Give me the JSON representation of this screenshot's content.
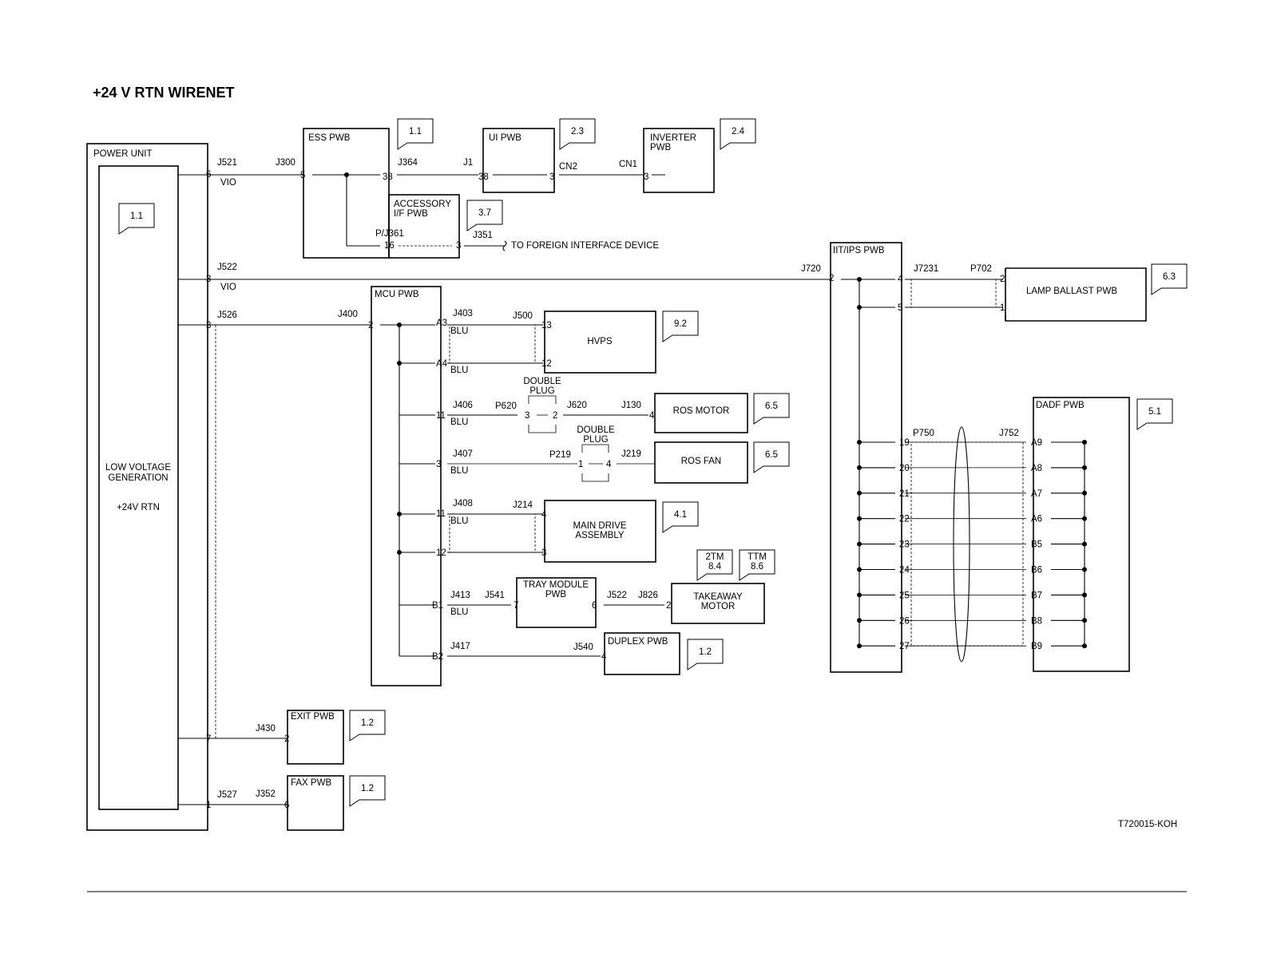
{
  "title": "+24 V RTN WIRENET",
  "figure_id": "T720015-KOH",
  "power_unit": {
    "label": "POWER UNIT",
    "inner_lines": [
      "LOW VOLTAGE",
      "GENERATION"
    ],
    "rtn_label": "+24V RTN",
    "ref": "1.1"
  },
  "wire_colors": {
    "vio": "VIO",
    "blu": "BLU"
  },
  "ess": {
    "label": "ESS PWB",
    "ref": "1.1",
    "j521": "J521",
    "pin_pu6": "6",
    "j300": "J300",
    "pin_5": "5",
    "pin_38": "38",
    "j364": "J364",
    "pj361": "P/J361",
    "pin_16": "16",
    "pin_3": "3",
    "j351": "J351"
  },
  "accessory": {
    "lines": [
      "ACCESSORY",
      "I/F PWB"
    ],
    "ref": "3.7",
    "foreign": "TO FOREIGN INTERFACE DEVICE"
  },
  "ui": {
    "label": "UI PWB",
    "ref": "2.3",
    "j1": "J1",
    "pin_38": "38",
    "pin_3": "3",
    "cn2": "CN2"
  },
  "inverter": {
    "lines": [
      "INVERTER",
      "PWB"
    ],
    "ref": "2.4",
    "cn1": "CN1",
    "pin_3": "3"
  },
  "iit": {
    "label": "IIT/IPS PWB",
    "j522": "J522",
    "pin_pu3": "3",
    "j720": "J720",
    "pin_2": "2",
    "pin_4": "4",
    "pin_5": "5",
    "j7231": "J7231"
  },
  "lamp": {
    "label": "LAMP BALLAST PWB",
    "ref": "6.3",
    "p702": "P702",
    "pin_2": "2",
    "pin_1": "1"
  },
  "mcu": {
    "label": "MCU PWB",
    "j526": "J526",
    "pin_pu3": "3",
    "j400": "J400",
    "pin_2": "2"
  },
  "hvps": {
    "label": "HVPS",
    "ref": "9.2",
    "j403": "J403",
    "j500": "J500",
    "pin_a3": "A3",
    "pin_a4": "A4",
    "pin_13": "13",
    "pin_12": "12"
  },
  "ros_motor": {
    "label": "ROS MOTOR",
    "ref": "6.5",
    "double_plug": [
      "DOUBLE",
      "PLUG"
    ],
    "j406": "J406",
    "p620": "P620",
    "j620": "J620",
    "j130": "J130",
    "pin_11": "11",
    "pin_3": "3",
    "pin_2": "2",
    "pin_4": "4"
  },
  "ros_fan": {
    "label": "ROS FAN",
    "ref": "6.5",
    "double_plug": [
      "DOUBLE",
      "PLUG"
    ],
    "j407": "J407",
    "p219": "P219",
    "j219": "J219",
    "pin_3": "3",
    "pin_1": "1",
    "pin_4": "4"
  },
  "main_drive": {
    "lines": [
      "MAIN DRIVE",
      "ASSEMBLY"
    ],
    "ref": "4.1",
    "j408": "J408",
    "j214": "J214",
    "pin_11": "11",
    "pin_12": "12",
    "pin_4": "4",
    "pin_3": "3"
  },
  "tray": {
    "lines": [
      "TRAY MODULE",
      "PWB"
    ],
    "j413": "J413",
    "j541": "J541",
    "pin_b1": "B1",
    "pin_7": "7",
    "pin_6": "6"
  },
  "takeaway": {
    "lines": [
      "TAKEAWAY",
      "MOTOR"
    ],
    "refs": [
      [
        "2TM",
        "8.4"
      ],
      [
        "TTM",
        "8.6"
      ]
    ],
    "j522": "J522",
    "j826": "J826",
    "pin_2": "2"
  },
  "duplex": {
    "label": "DUPLEX PWB",
    "ref": "1.2",
    "j417": "J417",
    "j540": "J540",
    "pin_b2": "B2",
    "pin_4": "4"
  },
  "exit": {
    "label": "EXIT PWB",
    "ref": "1.2",
    "j430": "J430",
    "pin_pu7": "7",
    "pin_2": "2"
  },
  "fax": {
    "label": "FAX PWB",
    "ref": "1.2",
    "j527": "J527",
    "j352": "J352",
    "pin_pu1": "1",
    "pin_6": "6"
  },
  "dadf": {
    "label": "DADF PWB",
    "ref": "5.1",
    "p750": "P750",
    "j752": "J752",
    "iit_pins": [
      "19",
      "20",
      "21",
      "22",
      "23",
      "24",
      "25",
      "26",
      "27"
    ],
    "dadf_pins": [
      "A9",
      "A8",
      "A7",
      "A6",
      "B5",
      "B6",
      "B7",
      "B8",
      "B9"
    ]
  }
}
